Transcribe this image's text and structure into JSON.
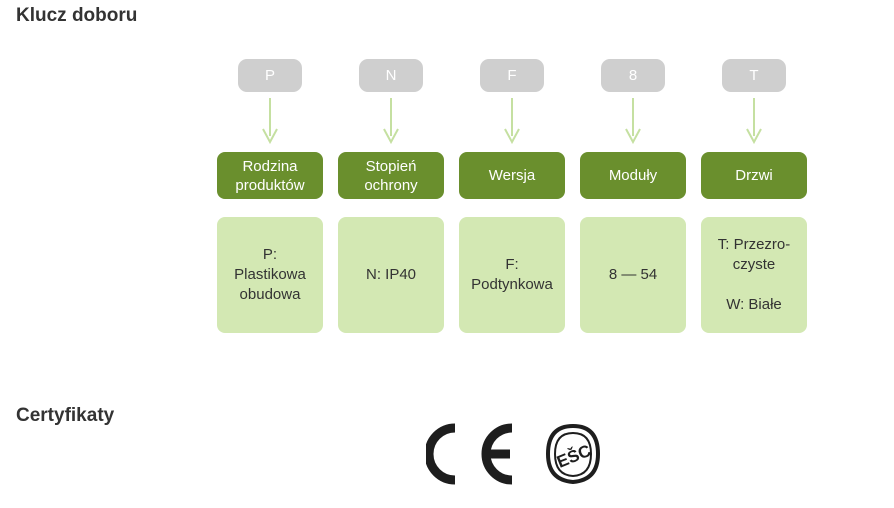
{
  "headings": {
    "selection_key": "Klucz doboru",
    "certificates": "Certyfikaty"
  },
  "key_columns": [
    {
      "code": "P",
      "category": "Rodzina produktów",
      "value": "P:\nPlastikowa\nobudowa"
    },
    {
      "code": "N",
      "category": "Stopień ochrony",
      "value": "N: IP40"
    },
    {
      "code": "F",
      "category": "Wersja",
      "value": "F:\nPodtynkowa"
    },
    {
      "code": "8",
      "category": "Moduły",
      "value": "8 — 54"
    },
    {
      "code": "T",
      "category": "Drzwi",
      "value": "T: Przezro-\nczyste\n\nW: Białe"
    }
  ],
  "certificates": {
    "ce_mark": "CE",
    "safety_mark": "EŠC"
  },
  "colors": {
    "code_badge": "#cfcfcf",
    "category_box": "#6a8f2d",
    "value_box": "#d3e8b3",
    "arrow": "#c5e0a1"
  }
}
